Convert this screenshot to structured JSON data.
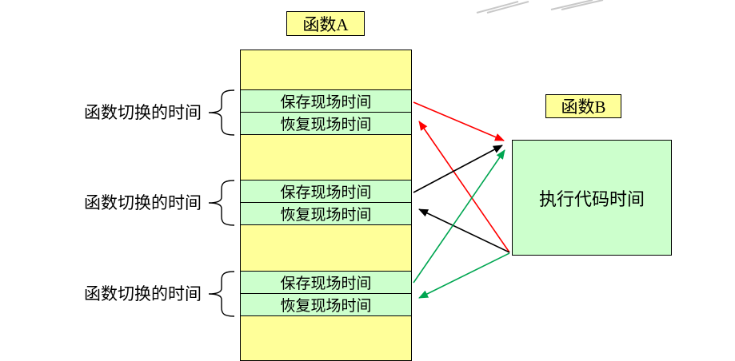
{
  "diagram": {
    "function_a": {
      "title": "函数A",
      "groups": [
        {
          "label": "函数切换的时间",
          "save": "保存现场时间",
          "restore": "恢复现场时间"
        },
        {
          "label": "函数切换的时间",
          "save": "保存现场时间",
          "restore": "恢复现场时间"
        },
        {
          "label": "函数切换的时间",
          "save": "保存现场时间",
          "restore": "恢复现场时间"
        }
      ]
    },
    "function_b": {
      "title": "函数B",
      "body": "执行代码时间"
    },
    "colors": {
      "box_yellow": "#FFFF99",
      "box_green": "#CCFFCC",
      "border": "#000000",
      "arrow_red": "#FF0000",
      "arrow_black": "#000000",
      "arrow_green": "#00A651",
      "watermark_gray": "#C8C8C8"
    }
  }
}
